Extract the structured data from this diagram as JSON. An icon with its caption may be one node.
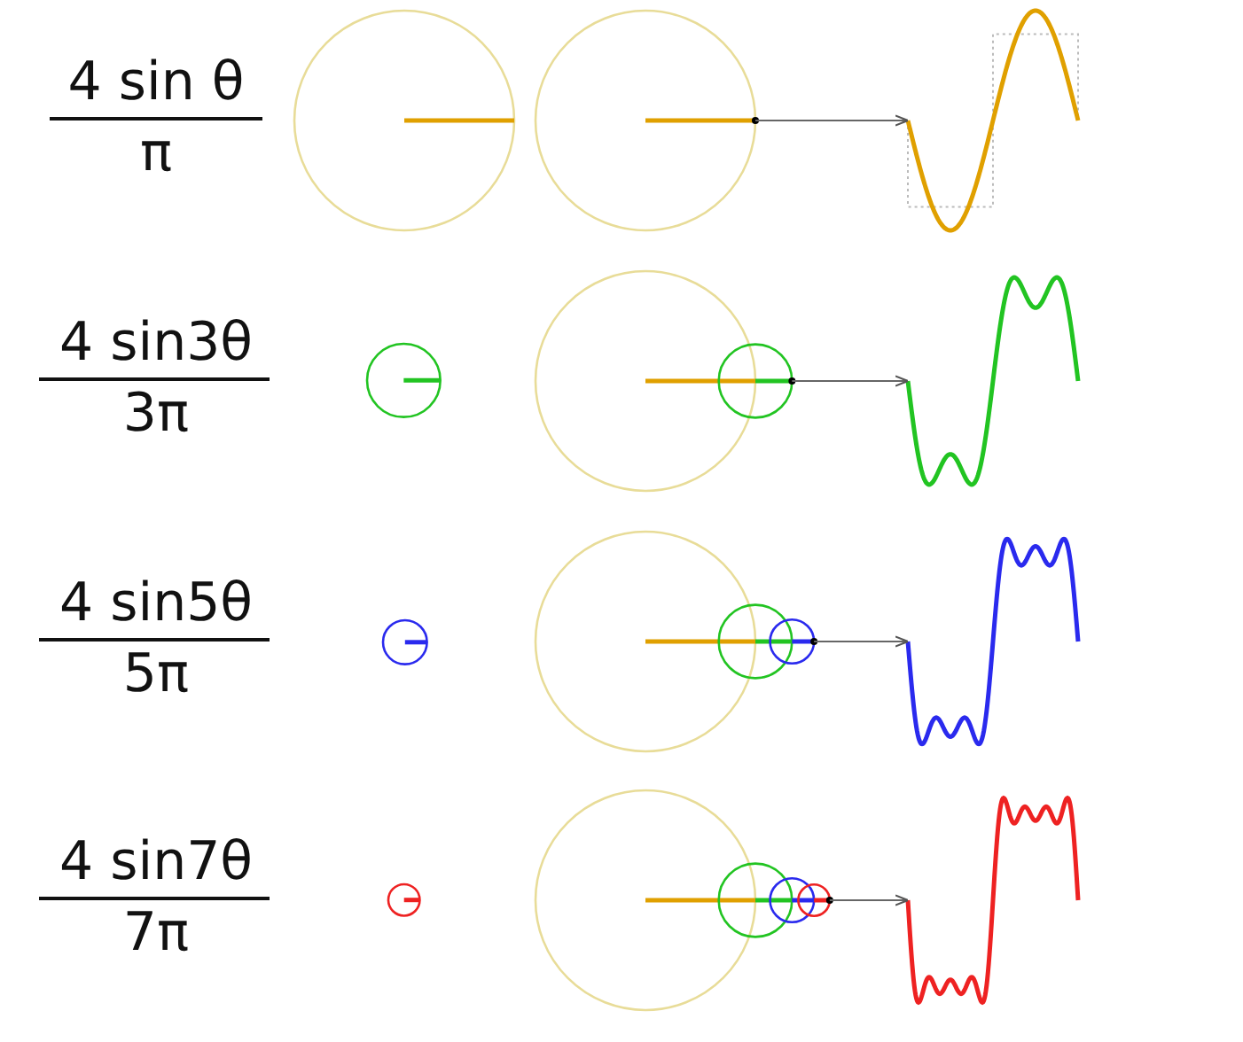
{
  "diagram": {
    "nodes": [
      {
        "text": [],
        "shape": "picture"
      },
      {
        "text": [],
        "shape": "picture"
      },
      {
        "text": [],
        "shape": "picture"
      },
      {
        "text": [],
        "shape": "picture"
      },
      {
        "text": [],
        "shape": "picture"
      },
      {
        "text": [],
        "shape": "picture"
      },
      {
        "text": [],
        "shape": "picture"
      },
      {
        "text": [],
        "shape": "picture"
      }
    ],
    "edges": [
      {
        "from": 0,
        "to": 1,
        "arrow": "to"
      },
      {
        "from": 2,
        "to": 3,
        "arrow": "to"
      },
      {
        "from": 4,
        "to": 5,
        "arrow": "to"
      },
      {
        "from": 6,
        "to": 7,
        "arrow": "to"
      }
    ],
    "labels": [
      "4 sin θ",
      "π",
      "4 sin3θ",
      "3π",
      "4 sin5θ",
      "5π",
      "4 sin7θ",
      "7π"
    ]
  }
}
